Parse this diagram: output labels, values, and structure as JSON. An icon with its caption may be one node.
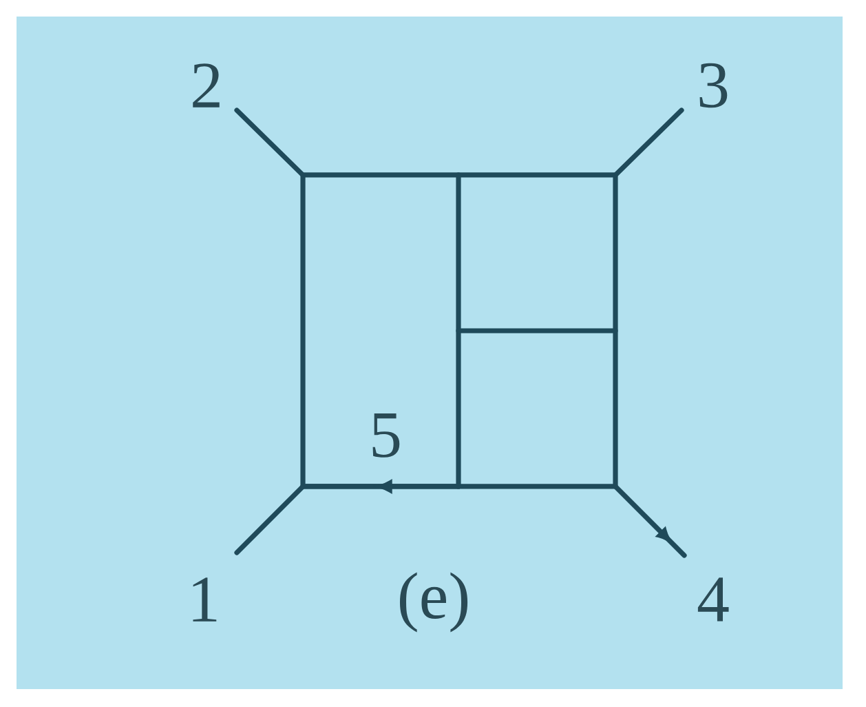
{
  "diagram": {
    "labels": [
      "2",
      "3",
      "5",
      "1",
      "(e)",
      "4"
    ]
  }
}
